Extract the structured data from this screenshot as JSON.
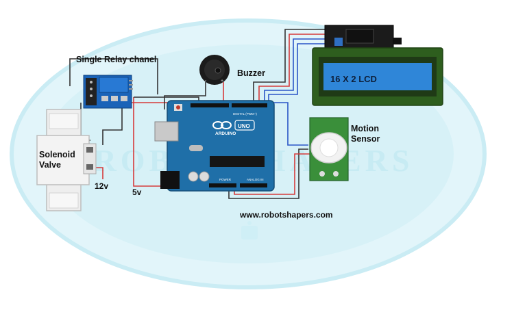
{
  "labels": {
    "relay": "Single Relay chanel",
    "buzzer": "Buzzer",
    "solenoid_line1": "Solenoid",
    "solenoid_line2": "Valve",
    "v12": "12v",
    "v5": "5v",
    "motion_line1": "Motion",
    "motion_line2": "Sensor",
    "website": "www.robotshapers.com",
    "lcd_text": "16 X 2 LCD",
    "watermark": "ROBOT SHAPERS"
  },
  "board": {
    "brand": "ARDUINO",
    "model": "UNO",
    "digital": "DIGITAL (PWM~)",
    "power": "POWER",
    "analog": "ANALOG IN"
  },
  "colors": {
    "board": "#1f6fa8",
    "lcd_frame": "#2e5e1e",
    "lcd_screen": "#2f86d8",
    "relay": "#1a63b8",
    "watermark": "#c8ecf4",
    "wire_red": "#d63a3a",
    "wire_blue": "#2a55c7",
    "wire_dark": "#333333"
  }
}
